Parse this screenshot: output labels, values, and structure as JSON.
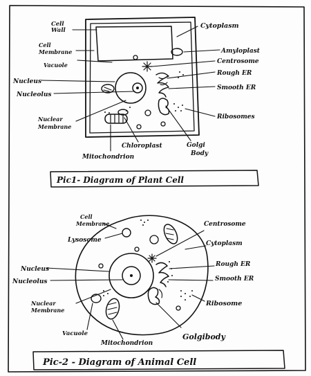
{
  "plant": {
    "caption": "Pic1- Diagram of Plant Cell",
    "labels": {
      "cell_wall_1": "Cell",
      "cell_wall_2": "Wall",
      "cell_membrane_1": "Cell",
      "cell_membrane_2": "Membrane",
      "vacuole": "Vacuole",
      "nucleus": "Nucleus",
      "nucleolus": "Nucleolus",
      "nuclear_membrane_1": "Nuclear",
      "nuclear_membrane_2": "Membrane",
      "mitochondrion": "Mitochondrion",
      "chloroplast": "Chloroplast",
      "golgi_1": "Golgi",
      "golgi_2": "Body",
      "cytoplasm": "Cytoplasm",
      "amyloplast": "Amyloplast",
      "centrosome": "Centrosome",
      "rough_er": "Rough ER",
      "smooth_er": "Smooth ER",
      "ribosomes": "Ribosomes"
    }
  },
  "animal": {
    "caption": "Pic-2 - Diagram of Animal Cell",
    "labels": {
      "cell_membrane_1": "Cell",
      "cell_membrane_2": "Membrane",
      "lysosome": "Lysosome",
      "nucleus": "Nucleus",
      "nucleolus": "Nucleolus",
      "nuclear_membrane_1": "Nuclear",
      "nuclear_membrane_2": "Membrane",
      "vacuole": "Vacuole",
      "mitochondrion": "Mitochondrion",
      "centrosome": "Centrosome",
      "cytoplasm": "Cytoplasm",
      "rough_er": "Rough ER",
      "smooth_er": "Smooth ER",
      "ribosome": "Ribosome",
      "golgi": "Golgibody"
    }
  }
}
